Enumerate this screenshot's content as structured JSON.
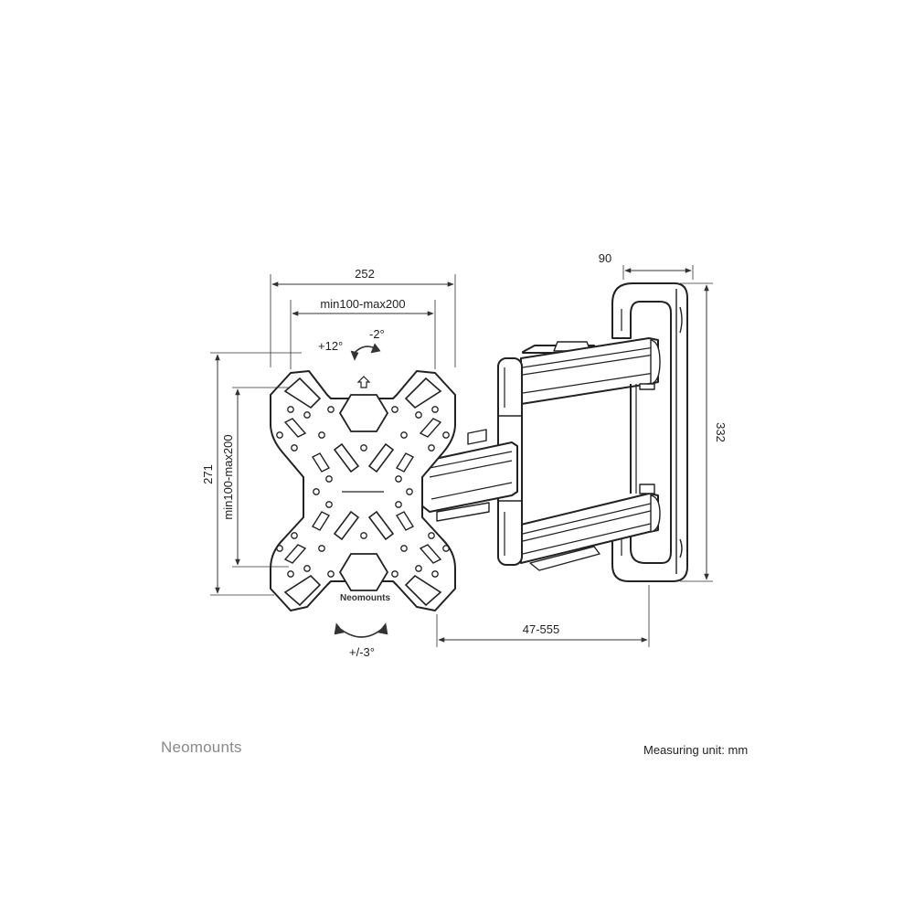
{
  "diagram": {
    "dimensions": {
      "vesa_plate_width": "252",
      "vesa_horizontal_pattern": "min100-max200",
      "vesa_plate_height": "271",
      "vesa_vertical_pattern": "min100-max200",
      "wall_plate_depth": "90",
      "wall_plate_height": "332",
      "arm_extension": "47-555"
    },
    "angles": {
      "tilt_up": "+12°",
      "tilt_down": "-2°",
      "rotation": "+/-3°"
    },
    "plate_logo": "Neomounts"
  },
  "footer": {
    "brand": "Neomounts",
    "unit_note": "Measuring unit: mm"
  }
}
